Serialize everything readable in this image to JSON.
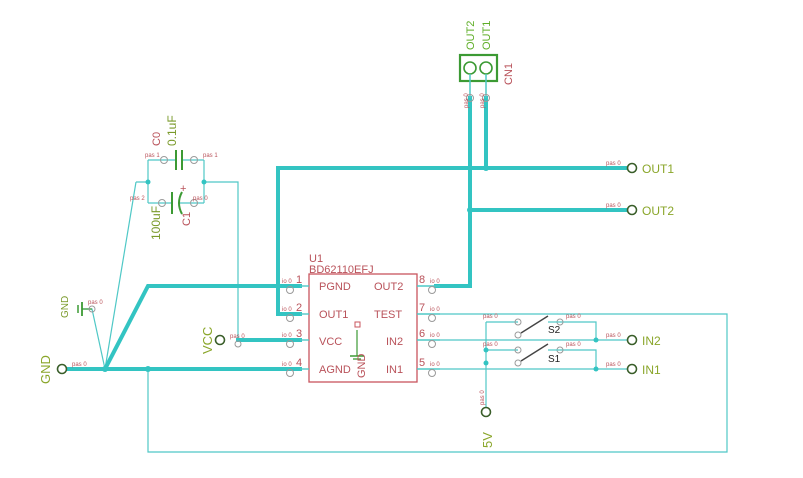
{
  "ic": {
    "ref": "U1",
    "part": "BD62110EFJ",
    "left_pins": [
      {
        "num": "1",
        "name": "PGND"
      },
      {
        "num": "2",
        "name": "OUT1"
      },
      {
        "num": "3",
        "name": "VCC"
      },
      {
        "num": "4",
        "name": "AGND"
      }
    ],
    "right_pins": [
      {
        "num": "8",
        "name": "OUT2"
      },
      {
        "num": "7",
        "name": "TEST"
      },
      {
        "num": "6",
        "name": "IN2"
      },
      {
        "num": "5",
        "name": "IN1"
      }
    ],
    "gnd_label": "GND"
  },
  "connector": {
    "ref": "CN1",
    "pin_labels": [
      "OUT2",
      "OUT1"
    ]
  },
  "capacitors": {
    "c0": {
      "ref": "C0",
      "value": "0.1uF"
    },
    "c1": {
      "ref": "C1",
      "value": "100uF"
    }
  },
  "switches": {
    "s1": "S1",
    "s2": "S2"
  },
  "nets": {
    "out1": "OUT1",
    "out2": "OUT2",
    "in1": "IN1",
    "in2": "IN2",
    "vcc": "VCC",
    "gnd_main": "GND",
    "gnd_symbol": "GND",
    "five_v": "5V"
  },
  "pad_labels": {
    "pas0": "pas 0",
    "pas1": "pas 1",
    "pas2": "pas 2",
    "io0": "io 0"
  },
  "colors": {
    "wire": "#33c4c2",
    "part_outline": "#c8555e",
    "net_label": "#8aa62a",
    "connector_body": "#3c9a34"
  }
}
